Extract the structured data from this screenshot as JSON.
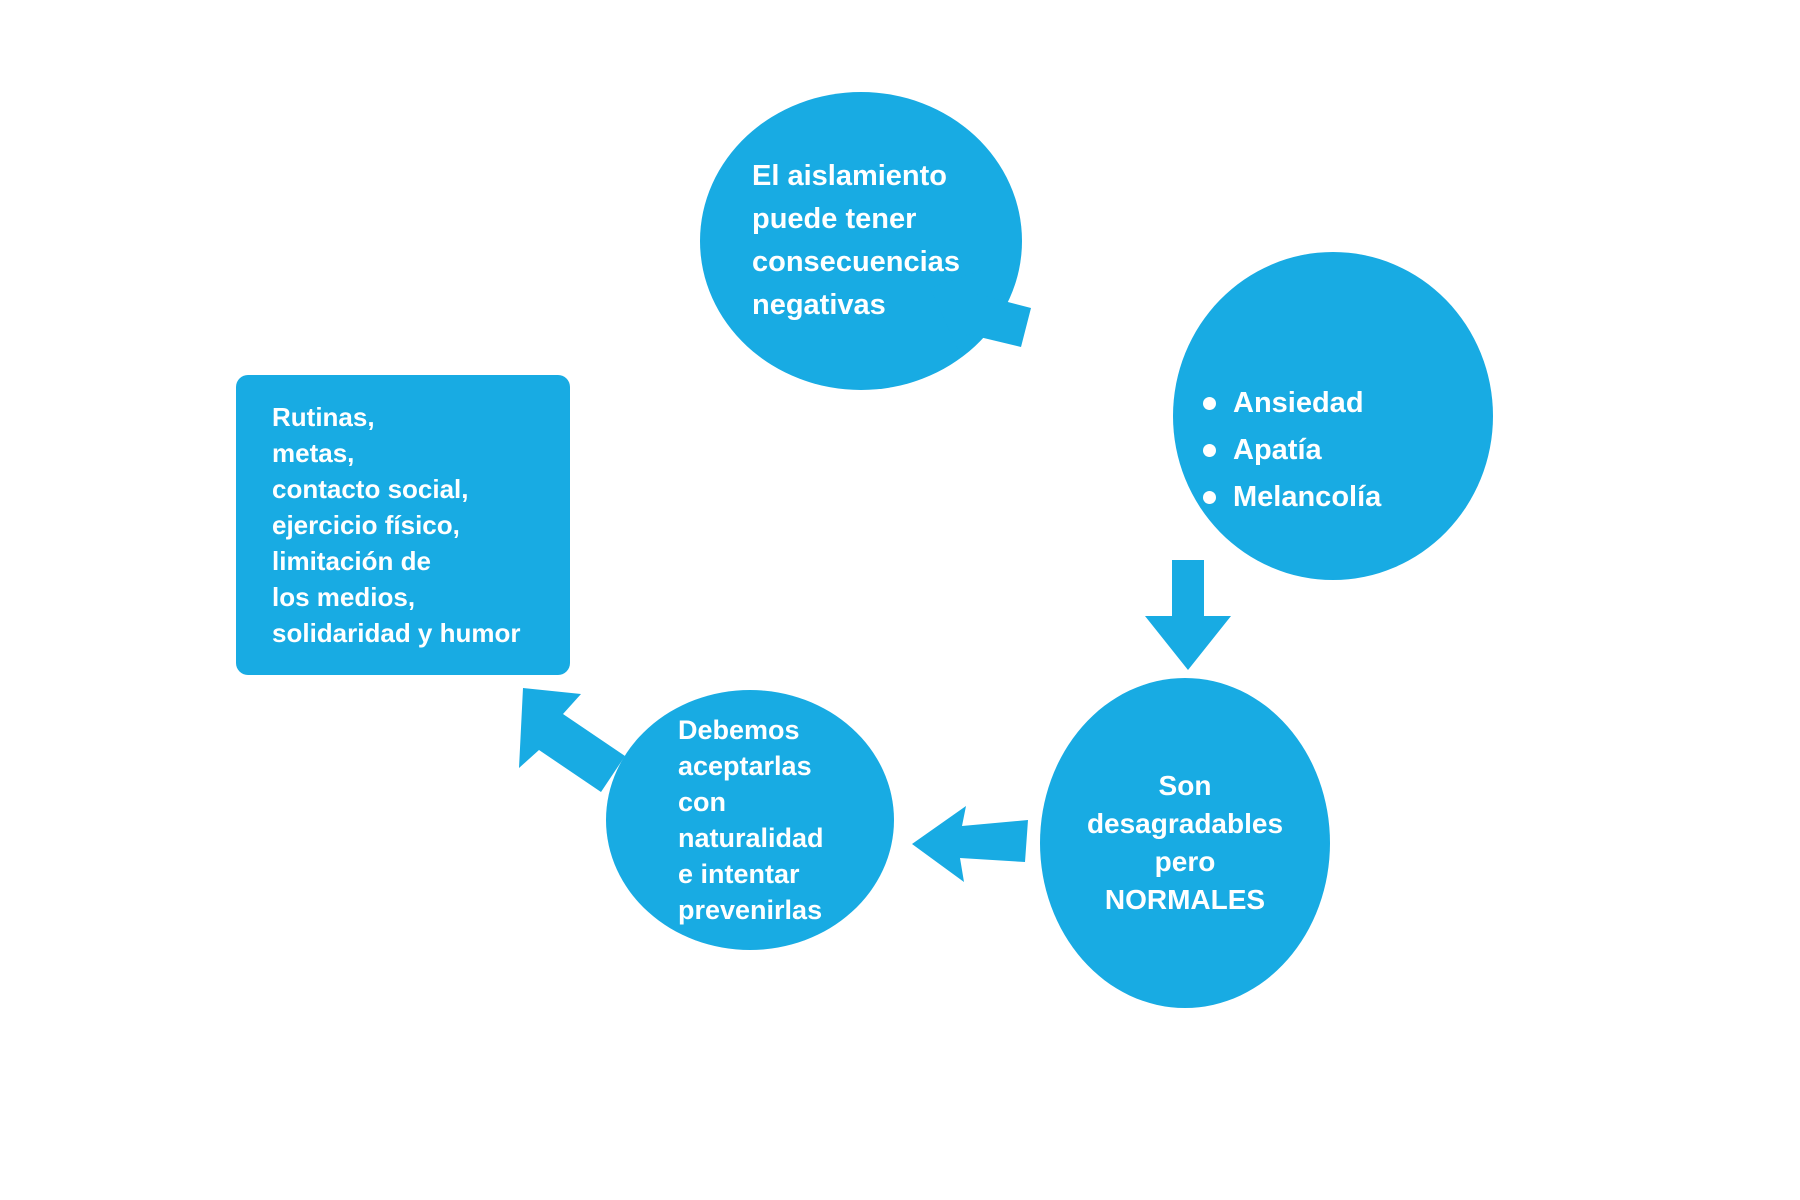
{
  "theme": {
    "accent": "#18ABE3",
    "text_on_accent": "#FFFFFF",
    "background": "#FFFFFF"
  },
  "diagram": {
    "type": "cycle-flow",
    "nodes": [
      {
        "id": "isolation",
        "shape": "circle",
        "lines": [
          "El aislamiento",
          "puede tener",
          "consecuencias",
          "negativas"
        ]
      },
      {
        "id": "symptoms",
        "shape": "circle",
        "bullets": [
          "Ansiedad",
          "Apatía",
          "Melancolía"
        ]
      },
      {
        "id": "normal",
        "shape": "circle",
        "lines": [
          "Son",
          "desagradables",
          "pero",
          "NORMALES"
        ]
      },
      {
        "id": "accept",
        "shape": "circle",
        "lines": [
          "Debemos",
          "aceptarlas",
          "con",
          "naturalidad",
          "e intentar",
          "prevenirlas"
        ]
      },
      {
        "id": "strategies",
        "shape": "rounded-rectangle",
        "lines": [
          "Rutinas,",
          "metas,",
          "contacto social,",
          "ejercicio físico,",
          "limitación de",
          "los medios,",
          "solidaridad y humor"
        ]
      }
    ],
    "arrows": [
      {
        "id": "isolation-to-symptoms",
        "direction": "down-right",
        "from": "isolation",
        "to": "symptoms"
      },
      {
        "id": "symptoms-to-normal",
        "direction": "down",
        "from": "symptoms",
        "to": "normal"
      },
      {
        "id": "normal-to-accept",
        "direction": "left",
        "from": "normal",
        "to": "accept"
      },
      {
        "id": "accept-to-strategies",
        "direction": "up-left",
        "from": "accept",
        "to": "strategies"
      }
    ]
  },
  "node_isolation": {
    "line1": "El aislamiento",
    "line2": "puede tener",
    "line3": "consecuencias",
    "line4": "negativas"
  },
  "node_symptoms": {
    "bullet1": "Ansiedad",
    "bullet2": "Apatía",
    "bullet3": "Melancolía"
  },
  "node_normal": {
    "line1": "Son",
    "line2": "desagradables",
    "line3": "pero",
    "line4": "NORMALES"
  },
  "node_accept": {
    "line1": "Debemos",
    "line2": "aceptarlas",
    "line3": "con",
    "line4": "naturalidad",
    "line5": "e intentar",
    "line6": "prevenirlas"
  },
  "node_strategies": {
    "line1": "Rutinas,",
    "line2": "metas,",
    "line3": "contacto social,",
    "line4": "ejercicio físico,",
    "line5": "limitación de",
    "line6": "los medios,",
    "line7": "solidaridad y humor"
  }
}
